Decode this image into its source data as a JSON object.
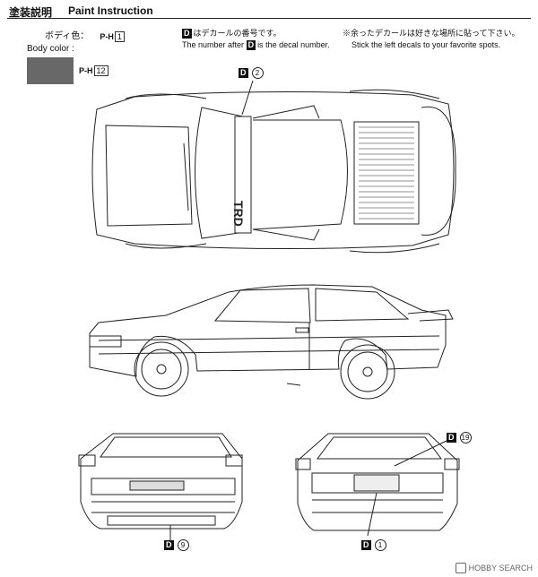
{
  "header": {
    "title_jp": "塗装説明",
    "title_en": "Paint Instruction"
  },
  "body_color": {
    "label_jp": "ボディ色：",
    "label_en": "Body color :",
    "code_prefix": "P-H",
    "code_number": "1",
    "swatch_color": "#686868",
    "swatch_code_prefix": "P-H",
    "swatch_code_number": "12"
  },
  "notes": {
    "decal_number_jp": "はデカールの番号です。",
    "decal_number_en_a": "The number after",
    "decal_number_en_b": "is the decal number.",
    "leftover_jp": "※余ったデカールは好きな場所に貼って下さい。",
    "leftover_en": "Stick the left decals to your favorite spots.",
    "decal_letter": "D"
  },
  "callouts": {
    "top_view": "2",
    "rear_bumper": "19",
    "front_bumper": "9",
    "rear_plate": "1"
  },
  "top_view_stripe_text": "TRD",
  "watermark": "HOBBY SEARCH",
  "colors": {
    "line": "#222222",
    "swatch": "#686868"
  }
}
